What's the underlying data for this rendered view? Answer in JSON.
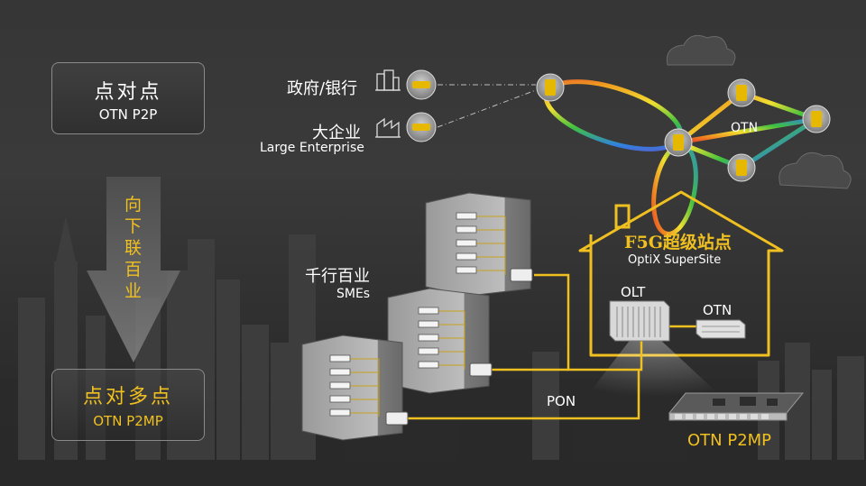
{
  "p2p_box": {
    "title": "点对点",
    "subtitle": "OTN P2P"
  },
  "p2mp_box": {
    "title": "点对多点",
    "subtitle": "OTN P2MP"
  },
  "arrow_text": [
    "向",
    "下",
    "联",
    "百",
    "业"
  ],
  "government": {
    "label": "政府/银行"
  },
  "enterprise": {
    "label_cn": "大企业",
    "label_en": "Large Enterprise"
  },
  "smes": {
    "label_cn": "千行百业",
    "label_en": "SMEs"
  },
  "site": {
    "title": "F5G超级站点",
    "subtitle": "OptiX SuperSite"
  },
  "olt": {
    "label": "OLT"
  },
  "otn_device": {
    "label": "OTN"
  },
  "otn_ring": {
    "label": "OTN"
  },
  "pon": {
    "label": "PON"
  },
  "board": {
    "label": "OTN P2MP"
  },
  "colors": {
    "accent": "#f0c020",
    "text": "#ffffff",
    "box_border": "#8a8a8a"
  }
}
